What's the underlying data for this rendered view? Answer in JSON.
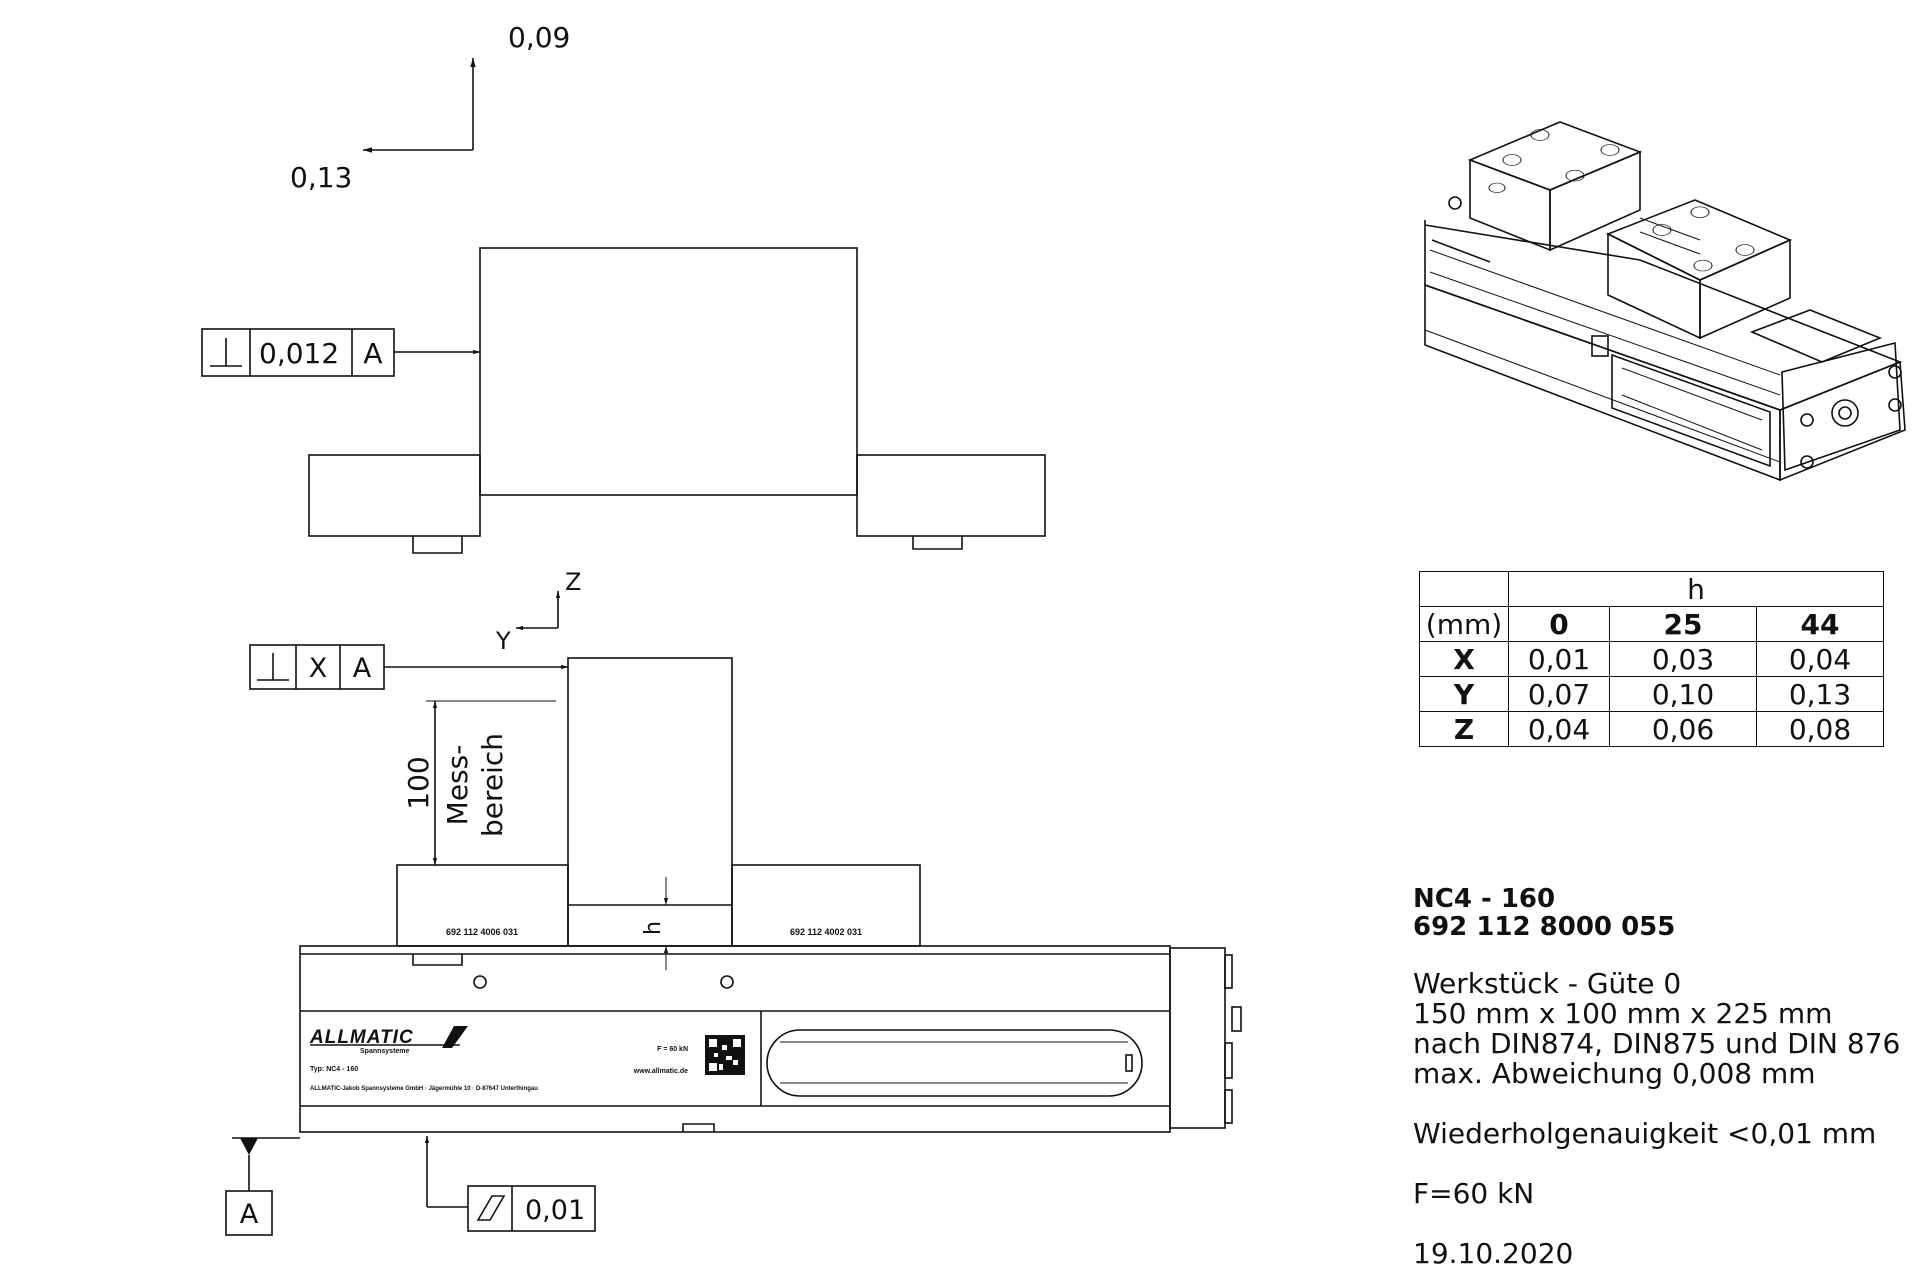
{
  "drawing": {
    "top_view": {
      "arrow_vertical_value": "0,09",
      "arrow_horizontal_value": "0,13",
      "fcf_symbol": "⊥",
      "fcf_value": "0,012",
      "fcf_datum": "A"
    },
    "front_view": {
      "axis_z": "Z",
      "axis_y": "Y",
      "fcf_symbol": "⊥",
      "fcf_value": "X",
      "fcf_datum": "A",
      "dim_value": "100",
      "dim_label_1": "Mess-",
      "dim_label_2": "bereich",
      "h_label": "h",
      "jaw_left_serial": "692 112 4006 031",
      "jaw_right_serial": "692 112 4002 031",
      "plate_brand": "ALLMATIC",
      "plate_sub": "Spannsysteme",
      "plate_type": "Typ: NC4 - 160",
      "plate_force": "F = 60 kN",
      "plate_address": "ALLMATIC-Jakob Spannsysteme GmbH · Jägermühle 10 · D-87647 Unterthingau",
      "plate_web": "www.allmatic.de",
      "datum_label": "A",
      "flatness_symbol": "⏥",
      "flatness_value": "0,01"
    }
  },
  "table": {
    "header_group": "h",
    "unit": "(mm)",
    "columns": [
      "0",
      "25",
      "44"
    ],
    "rows": [
      {
        "axis": "X",
        "values": [
          "0,01",
          "0,03",
          "0,04"
        ]
      },
      {
        "axis": "Y",
        "values": [
          "0,07",
          "0,10",
          "0,13"
        ]
      },
      {
        "axis": "Z",
        "values": [
          "0,04",
          "0,06",
          "0,08"
        ]
      }
    ]
  },
  "specs": {
    "title_1": "NC4 - 160",
    "title_2": "692 112 8000 055",
    "line_1": "Werkstück - Güte 0",
    "line_2": "150 mm x 100 mm x 225 mm",
    "line_3": "nach DIN874, DIN875 und DIN 876",
    "line_4": "max. Abweichung 0,008 mm",
    "repeat": "Wiederholgenauigkeit <0,01 mm",
    "force": "F=60 kN",
    "date": "19.10.2020"
  }
}
